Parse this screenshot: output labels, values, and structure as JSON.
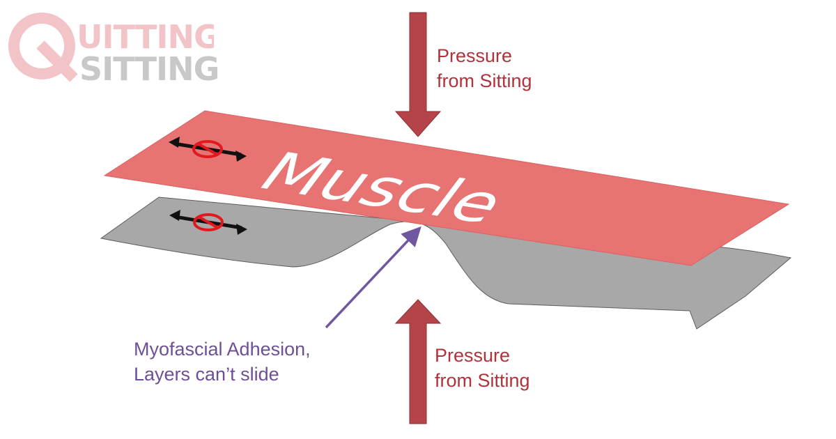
{
  "logo": {
    "word_top": "QUITTING",
    "word_bottom": "SITTING"
  },
  "labels": {
    "muscle": "Muscle",
    "pressure_top": [
      "Pressure",
      "from Sitting"
    ],
    "pressure_bottom": [
      "Pressure",
      "from Sitting"
    ],
    "adhesion": [
      "Myofascial Adhesion,",
      "Layers can’t slide"
    ]
  },
  "icons": {
    "no_slide": "blocked-bidirectional-arrow-icon",
    "pressure": "pressure-arrow-icon",
    "pointer": "pointer-arrow-icon"
  },
  "colors": {
    "muscle": "#e77372",
    "fascia": "#a8a8a8",
    "pressure_arrow": "#b5444a",
    "pressure_text": "#b0333b",
    "adhesion": "#6e4f96",
    "logo_pink": "#f2c4c8",
    "logo_gray": "#c8c8c8",
    "prohibition": "#e2181f"
  }
}
